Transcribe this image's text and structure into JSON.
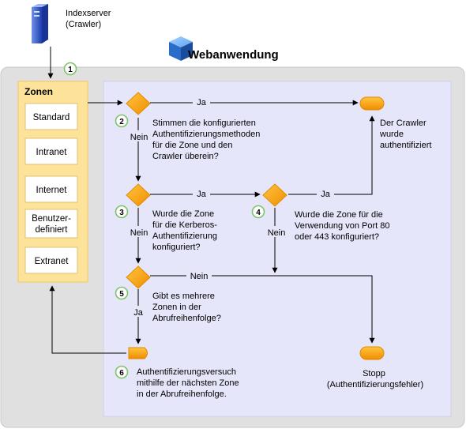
{
  "server": {
    "label": [
      "Indexserver",
      "(Crawler)"
    ]
  },
  "webapp": {
    "title": "Webanwendung"
  },
  "zones": {
    "title": "Zonen",
    "items": [
      [
        "Standard"
      ],
      [
        "Intranet"
      ],
      [
        "Internet"
      ],
      [
        "Benutzer-",
        "definiert"
      ],
      [
        "Extranet"
      ]
    ]
  },
  "steps": {
    "s1": {
      "num": "1"
    },
    "s2": {
      "num": "2",
      "text": [
        "Stimmen die konfigurierten",
        "Authentifizierungsmethoden",
        "für die Zone und den",
        "Crawler überein?"
      ]
    },
    "s3": {
      "num": "3",
      "text": [
        "Wurde die Zone",
        "für die Kerberos-",
        "Authentifizierung",
        "konfiguriert?"
      ]
    },
    "s4": {
      "num": "4",
      "text": [
        "Wurde die Zone für die",
        "Verwendung von Port 80",
        "oder 443 konfiguriert?"
      ]
    },
    "s5": {
      "num": "5",
      "text": [
        "Gibt es mehrere",
        "Zonen in der",
        "Abrufreihenfolge?"
      ]
    },
    "s6": {
      "num": "6",
      "text": [
        "Authentifizierungsversuch",
        "mithilfe der nächsten Zone",
        "in der Abrufreihenfolge."
      ]
    }
  },
  "terminals": {
    "success": [
      "Der Crawler",
      "wurde",
      "authentifiziert"
    ],
    "stop": [
      "Stopp",
      "(Authentifizierungsfehler)"
    ]
  },
  "edge_labels": {
    "ja": "Ja",
    "nein": "Nein"
  },
  "colors": {
    "outer_bg": "#e0e0e0",
    "outer_border": "#c8c8c8",
    "inner_bg": "#e6e6fa",
    "zone_panel": "#fde39a",
    "zone_panel_border": "#f2c862",
    "diamond": "#fca300",
    "step_circle_border": "#7ec26a",
    "title_blue": "#1f6fe0",
    "server_blue": "#2a55c8"
  }
}
